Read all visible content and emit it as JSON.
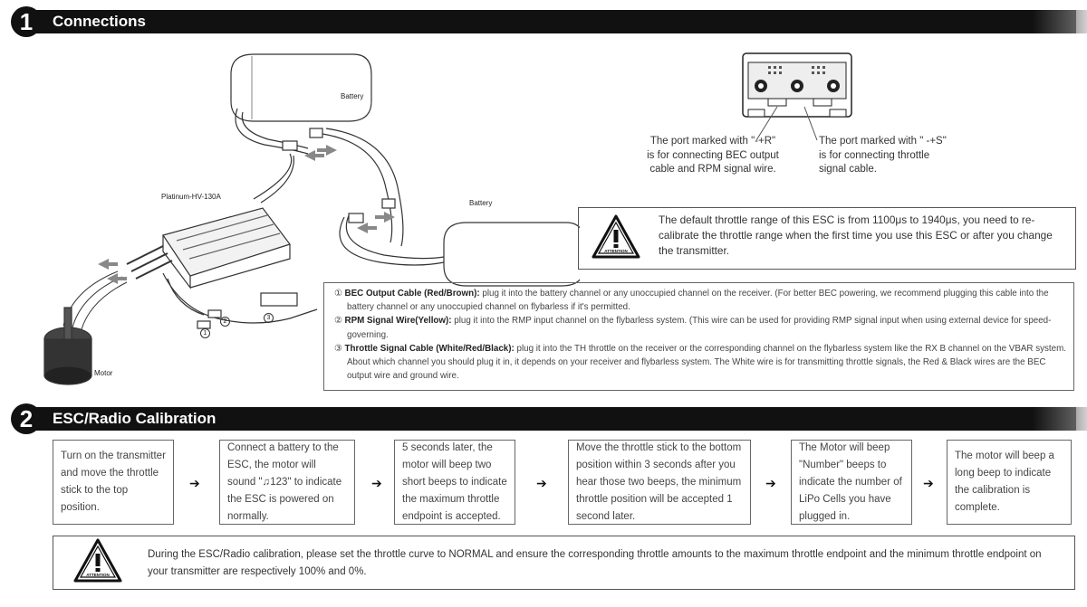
{
  "section1": {
    "number": "1",
    "title": "Connections"
  },
  "section2": {
    "number": "2",
    "title": "ESC/Radio Calibration"
  },
  "diagram_labels": {
    "battery_top": "Battery",
    "battery_right": "Battery",
    "esc_model": "Platinum-HV-130A",
    "motor": "Motor",
    "wire1": "1",
    "wire2": "2",
    "wire3": "3"
  },
  "ports": {
    "r_port_lines": [
      "The port marked with  \"-+R\"",
      "is for connecting BEC output",
      "cable and RPM signal wire."
    ],
    "s_port_lines": [
      "The port marked with  \" -+S\"",
      "is for connecting throttle",
      "signal cable."
    ]
  },
  "notice1": {
    "icon_label": "ATTENTION",
    "text": "The default throttle range of this ESC is from 1100μs to 1940μs, you need to re-calibrate the throttle range when the first time you use this ESC or after you change the transmitter."
  },
  "cables": [
    {
      "marker": "①",
      "title": "BEC Output Cable (Red/Brown):",
      "text": " plug it into the battery channel or any unoccupied channel on the receiver. (For better BEC powering, we recommend plugging this cable into the battery channel or any unoccupied channel on flybarless if it's permitted."
    },
    {
      "marker": "②",
      "title": "RPM Signal Wire(Yellow):",
      "text": " plug it into the RMP input channel on the flybarless system. (This wire can be used for providing RMP signal input when using external device for speed-governing."
    },
    {
      "marker": "③",
      "title": "Throttle Signal Cable (White/Red/Black):",
      "text": " plug it into the TH throttle on the receiver or the corresponding channel on the flybarless system like the RX B channel on the VBAR system. About which channel you should plug it in, it depends on your receiver and flybarless system. The White wire is for transmitting throttle signals, the Red & Black wires are the BEC output wire and ground wire."
    }
  ],
  "steps": [
    "Turn on the transmitter and move the throttle stick to the top position.",
    "Connect a battery to the ESC, the motor will sound \"♫123\" to indicate the ESC is powered on normally.",
    "5 seconds later, the motor will beep two short beeps to indicate the maximum throttle endpoint is accepted.",
    "Move the throttle stick to the bottom position within 3 seconds after you hear those two beeps, the minimum throttle position will be accepted 1 second later.",
    "The Motor will beep \"Number\" beeps to indicate the number of LiPo Cells you have plugged in.",
    "The motor will beep a long beep to indicate the calibration is complete."
  ],
  "step_arrow": "➔",
  "notice2": {
    "icon_label": "ATTENTION",
    "text": "During the ESC/Radio calibration, please set the throttle curve to NORMAL and ensure the corresponding throttle amounts to the maximum throttle endpoint and the minimum throttle endpoint on your transmitter are respectively 100% and 0%."
  }
}
